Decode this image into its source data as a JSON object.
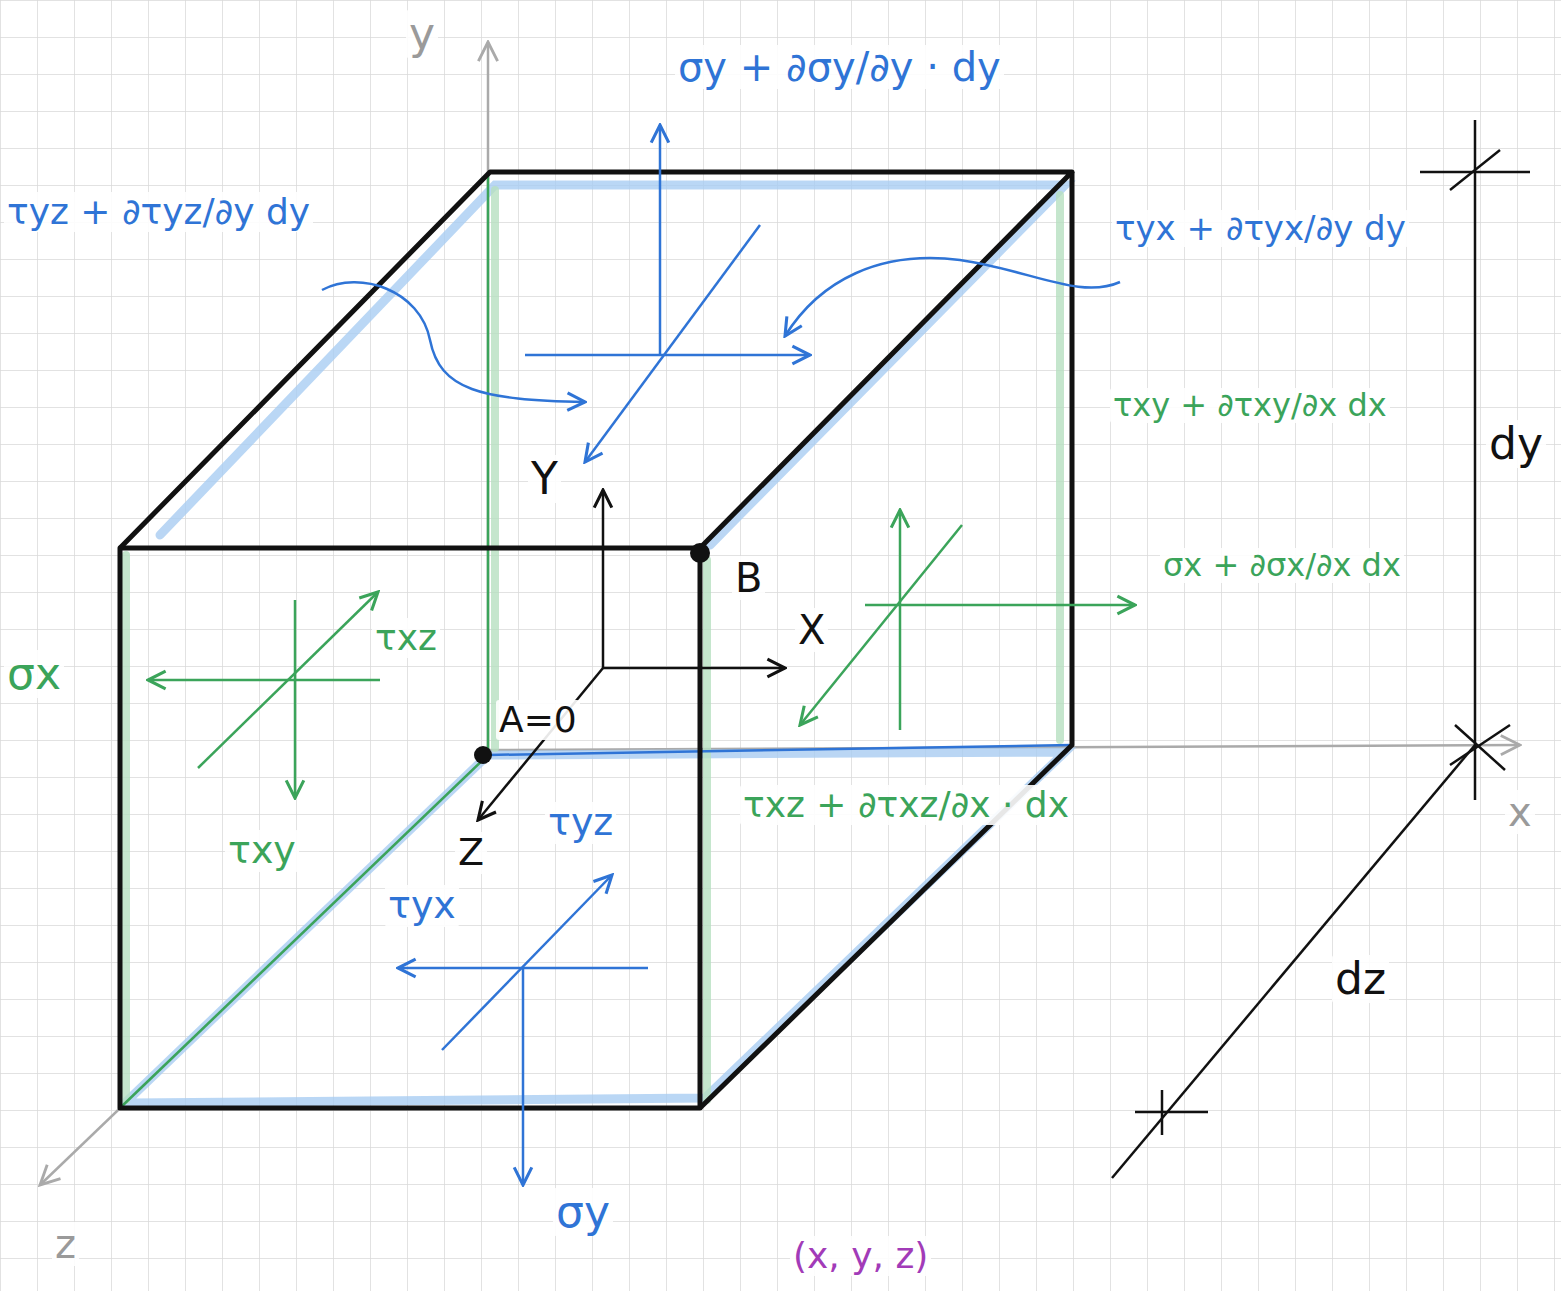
{
  "diagram": {
    "labels": [
      "y",
      "σy + ∂σy/∂y · dy",
      "τyz + ∂τyz/∂y dy",
      "τyx + ∂τyx/∂y dy",
      "τxy + ∂τxy/∂x dx",
      "dy",
      "σx + ∂σx/∂x dx",
      "Y",
      "X",
      "B",
      "σx",
      "τxz",
      "A=0",
      "Z",
      "τyz",
      "τxy",
      "τyx",
      "τxz + ∂τxz/∂x · dx",
      "σy",
      "dz",
      "x",
      "z",
      "(x, y, z)"
    ]
  }
}
